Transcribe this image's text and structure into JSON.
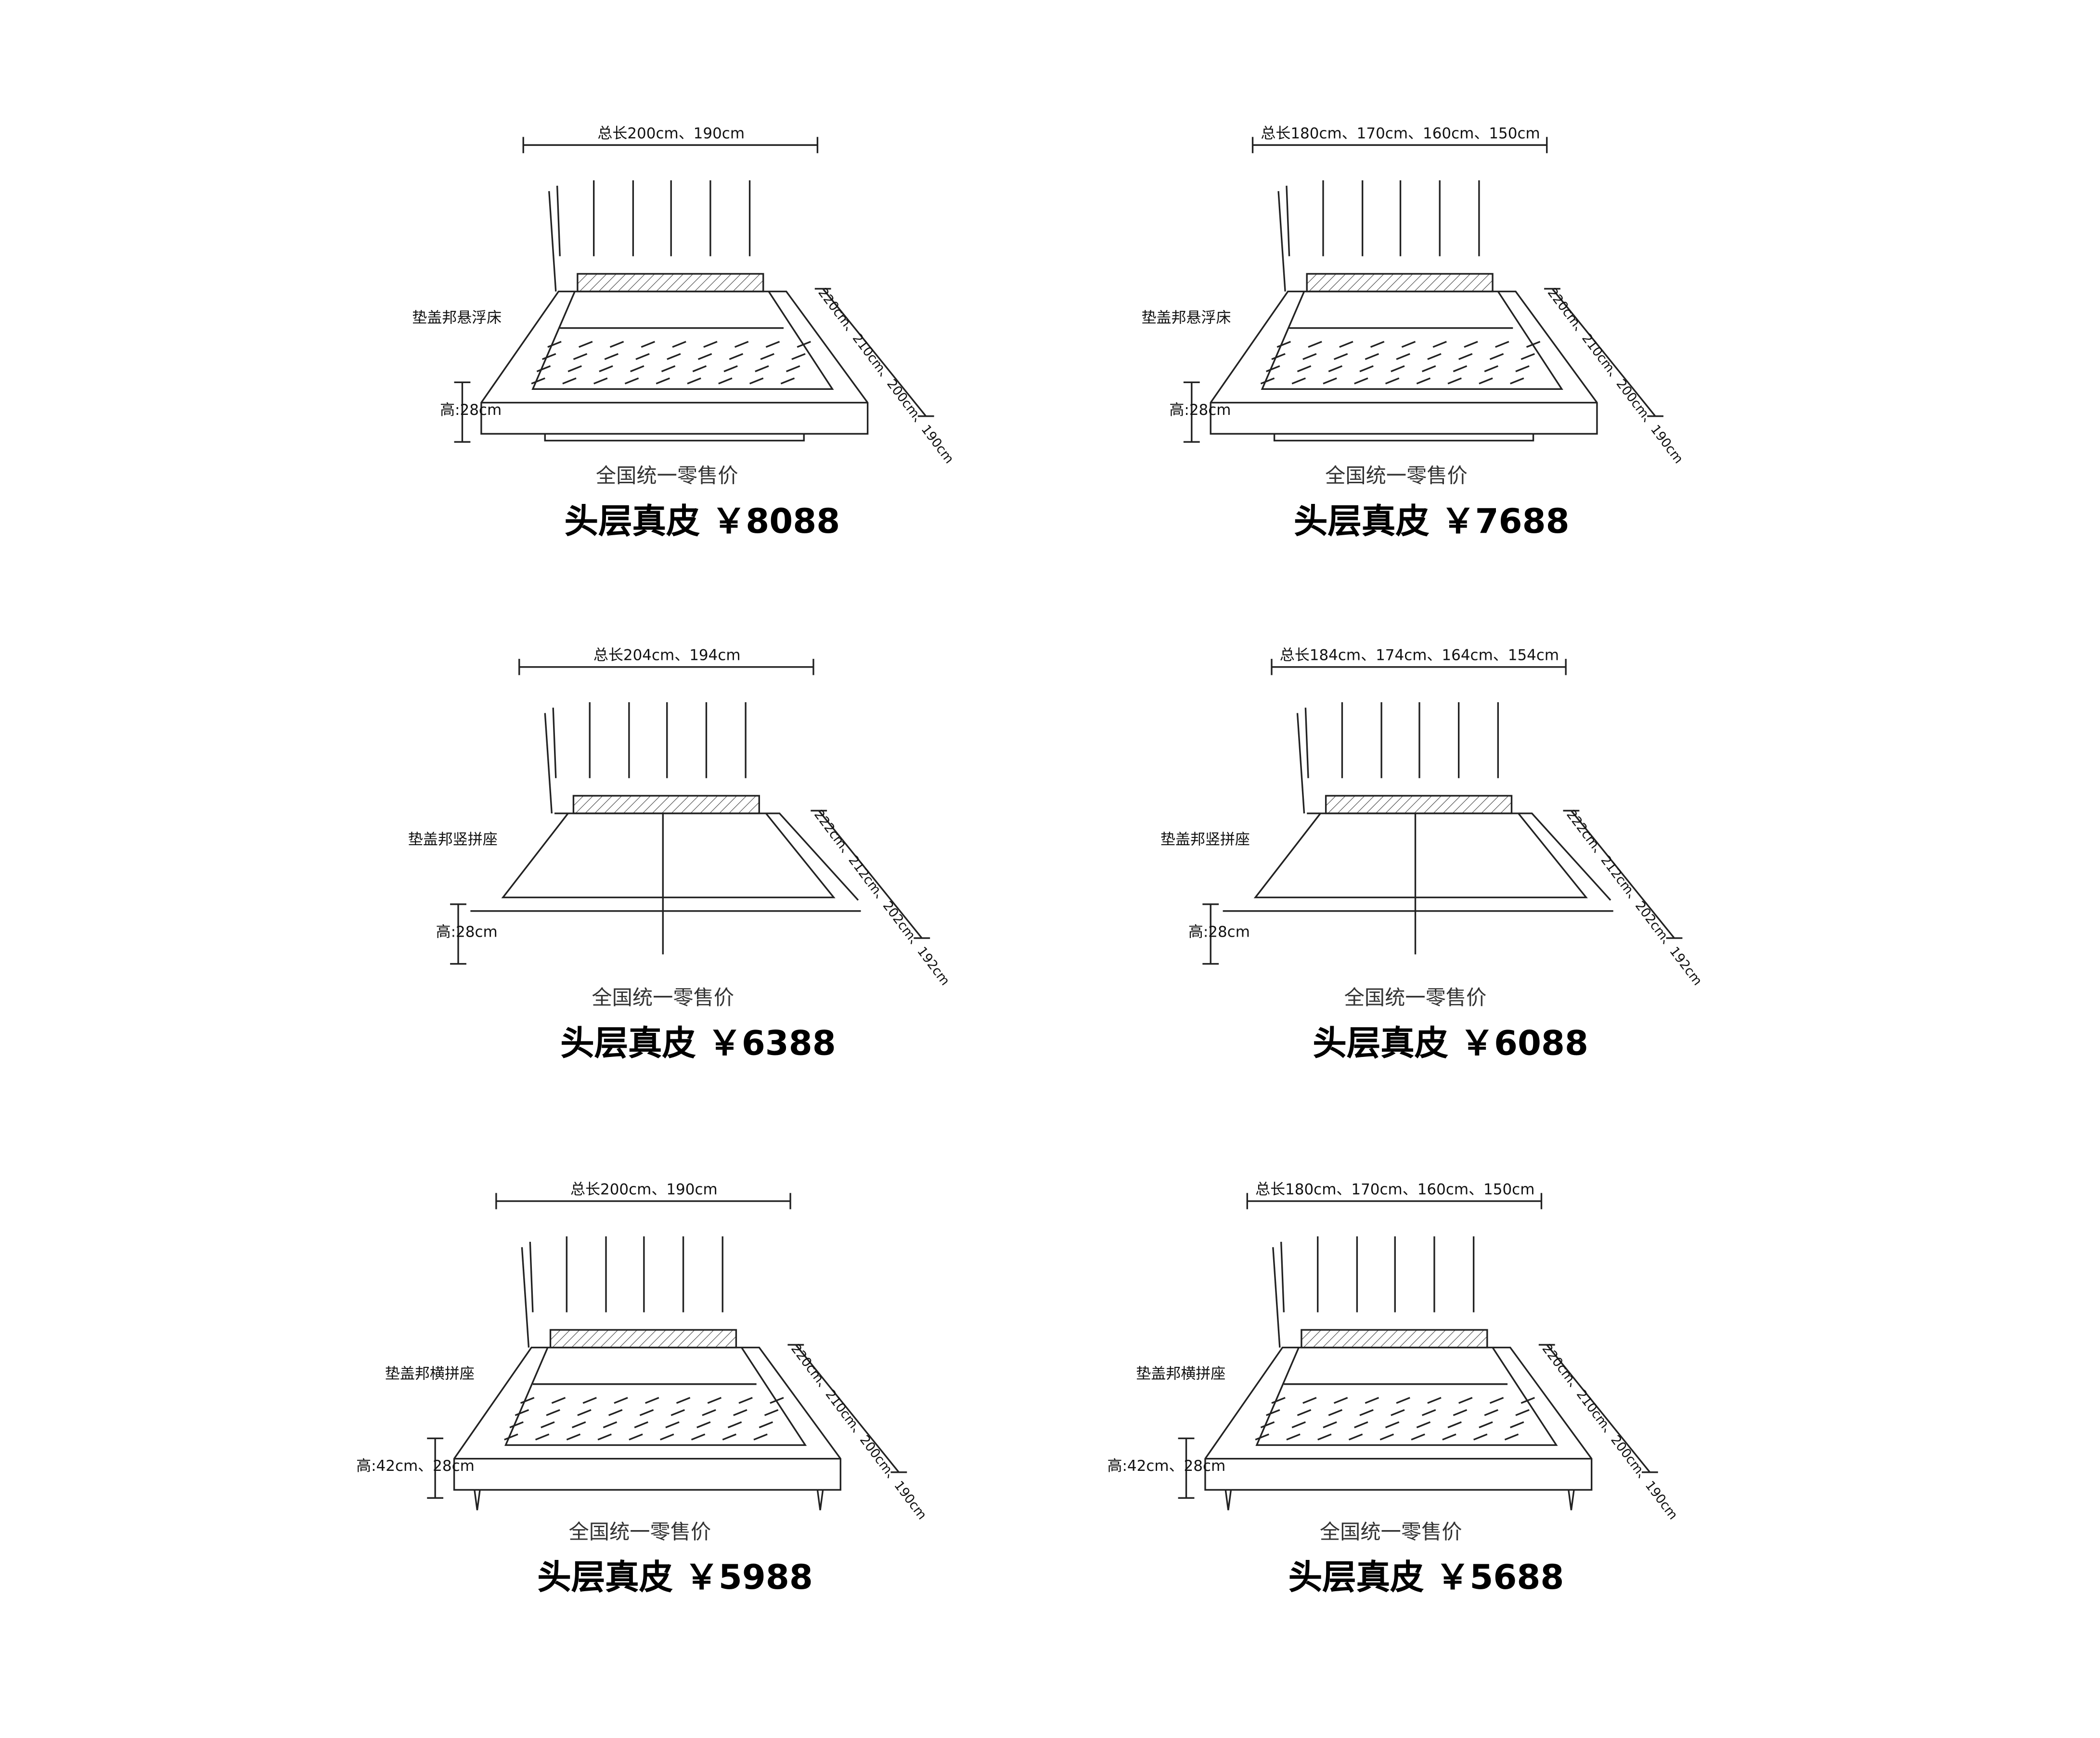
{
  "subtitle": "全国统一零售价",
  "beds": [
    {
      "width_label": "总长200cm、190cm",
      "type_label": "垫盖邦悬浮床",
      "height_label": "高:28cm",
      "length_label": "220cm、210cm、200cm、190cm",
      "price_label": "头层真皮 ￥8088",
      "style": "float"
    },
    {
      "width_label": "总长180cm、170cm、160cm、150cm",
      "type_label": "垫盖邦悬浮床",
      "height_label": "高:28cm",
      "length_label": "220cm、210cm、200cm、190cm",
      "price_label": "头层真皮 ￥7688",
      "style": "float"
    },
    {
      "width_label": "总长204cm、194cm",
      "type_label": "垫盖邦竖拼座",
      "height_label": "高:28cm",
      "length_label": "222cm、212cm、202cm、192cm",
      "price_label": "头层真皮 ￥6388",
      "style": "split"
    },
    {
      "width_label": "总长184cm、174cm、164cm、154cm",
      "type_label": "垫盖邦竖拼座",
      "height_label": "高:28cm",
      "length_label": "222cm、212cm、202cm、192cm",
      "price_label": "头层真皮 ￥6088",
      "style": "split"
    },
    {
      "width_label": "总长200cm、190cm",
      "type_label": "垫盖邦横拼座",
      "height_label": "高:42cm、28cm",
      "length_label": "220cm、210cm、200cm、190cm",
      "price_label": "头层真皮 ￥5988",
      "style": "legs"
    },
    {
      "width_label": "总长180cm、170cm、160cm、150cm",
      "type_label": "垫盖邦横拼座",
      "height_label": "高:42cm、28cm",
      "length_label": "220cm、210cm、200cm、190cm",
      "price_label": "头层真皮 ￥5688",
      "style": "legs"
    }
  ]
}
